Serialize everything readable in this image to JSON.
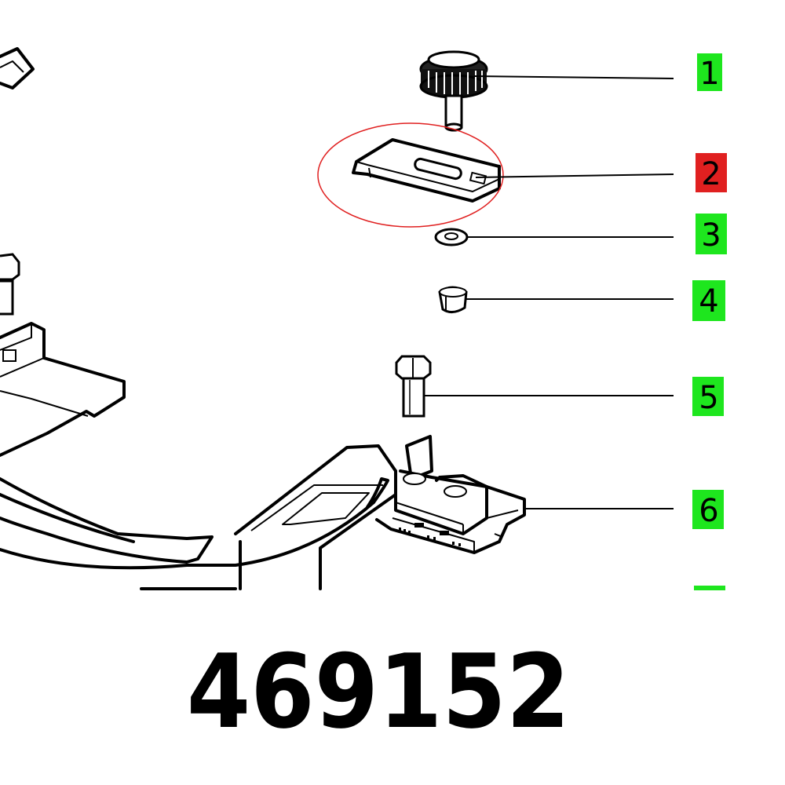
{
  "diagram": {
    "part_code": "469152",
    "highlight_color": "#e02020",
    "normal_color": "#1ee61e",
    "callouts": [
      {
        "number": "1",
        "highlighted": false
      },
      {
        "number": "2",
        "highlighted": true
      },
      {
        "number": "3",
        "highlighted": false
      },
      {
        "number": "4",
        "highlighted": false
      },
      {
        "number": "5",
        "highlighted": false
      },
      {
        "number": "6",
        "highlighted": false
      }
    ]
  }
}
